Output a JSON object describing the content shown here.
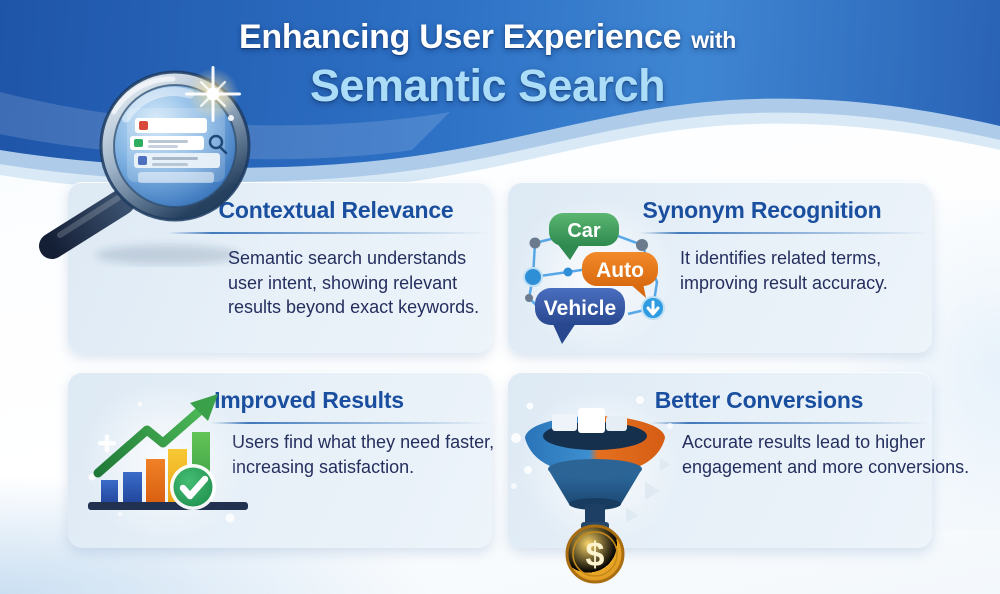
{
  "header": {
    "title_main": "Enhancing User Experience",
    "title_connector": "with",
    "title_emphasis": "Semantic Search",
    "hero_icon": "magnifying-glass-search-results-icon"
  },
  "cards": [
    {
      "title": "Contextual Relevance",
      "icon": "magnifying-glass-overlap",
      "body_lines": [
        "Semantic search understands",
        "user intent, showing relevant",
        "results beyond exact keywords."
      ]
    },
    {
      "title": "Synonym Recognition",
      "icon": "synonym-speech-bubbles-network-icon",
      "bubbles": [
        "Car",
        "Auto",
        "Vehicle"
      ],
      "body_lines": [
        "It identifies related terms,",
        "improving result accuracy."
      ]
    },
    {
      "title": "Improved Results",
      "icon": "growth-bar-chart-check-icon",
      "body_lines": [
        "Users find what they need faster,",
        "increasing satisfaction."
      ]
    },
    {
      "title": "Better Conversions",
      "icon": "conversion-funnel-coin-icon",
      "coin_symbol": "$",
      "body_lines": [
        "Accurate results lead to higher",
        "engagement and more conversions."
      ]
    }
  ],
  "colors": {
    "header_blue": "#2e6ec6",
    "title_emphasis_blue": "#abdcf8",
    "card_heading_blue": "#1a4f9f",
    "body_navy": "#252f5e",
    "bubble_green": "#3f9e5f",
    "bubble_orange": "#e8761f",
    "bubble_blue": "#34549f",
    "bar_blue": "#2a5cb8",
    "bar_orange": "#e8731c",
    "bar_yellow": "#f3b31d",
    "bar_green": "#45b04c",
    "check_green": "#27a35c",
    "funnel_blue": "#2f7fc2",
    "funnel_orange": "#e2661c",
    "coin_gold": "#e8a825"
  }
}
